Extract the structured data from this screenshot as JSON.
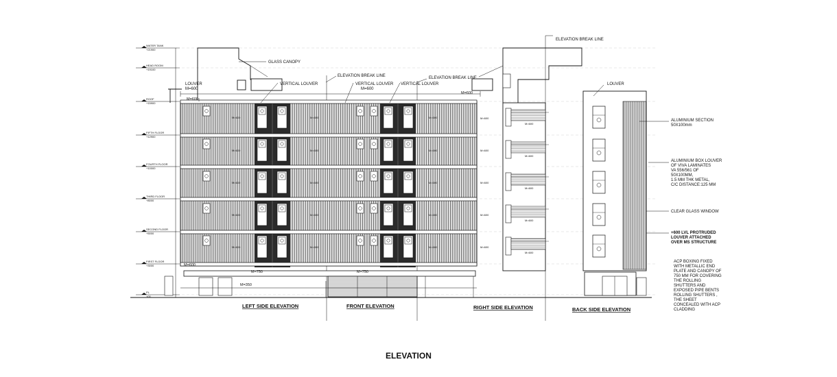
{
  "title": "ELEVATION",
  "views": {
    "left": "LEFT SIDE ELEVATION",
    "front": "FRONT ELEVATION",
    "right": "RIGHT SIDE ELEVATION",
    "back": "BACK SIDE ELEVATION"
  },
  "levels": [
    {
      "name": "WATER TANK",
      "value": "+21900"
    },
    {
      "name": "HEAD ROOM",
      "value": "+19100"
    },
    {
      "name": "ROOF",
      "value": "+15900"
    },
    {
      "name": "FIFTH FLOOR",
      "value": "+12900"
    },
    {
      "name": "FOURTH FLOOR",
      "value": "+10000"
    },
    {
      "name": "THIRD FLOOR",
      "value": "+8000"
    },
    {
      "name": "SECOND FLOOR",
      "value": "+5000"
    },
    {
      "name": "FIRST FLOOR",
      "value": "+3000"
    },
    {
      "name": "PL",
      "value": "+00"
    }
  ],
  "annotations": {
    "elevation_break_line": "ELEVATION BREAK LINE",
    "glass_canopy": "GLASS CANOPY",
    "louver": "LOUVER",
    "louver_m": "M=600",
    "vertical_louver": "VERTICAL LOUVER",
    "vertical_louver_m": "M=600",
    "aluminium_section": [
      "ALUMINIUM SECTION",
      "50X100mm"
    ],
    "aluminium_box_louver": [
      "ALUMINIUM BOX LOUVER",
      "OF VIVA LAMINATES",
      "VA 556/561 OF",
      "50X100MM,",
      "1.5 MM THK METAL,",
      "C/C DISTANCE:125 MM"
    ],
    "clear_glass_window": "CLEAR GLASS WINDOW",
    "protruded_louver": [
      "+600 LVL PROTRUDED",
      "LOUVER ATTACHED",
      "OVER MS STRUCTURE"
    ],
    "acp_note": [
      "ACP BOXING FIXED",
      "WITH METALLIC END",
      "PLATE AND CANOPY OF",
      "750 MM FOR COVERING",
      "THE ROLLING",
      "SHUTTERS AND",
      "EXPOSED PIPE BENTS",
      "ROLLING SHUTTERS ,",
      "THE SHEET",
      "CONCEALED WITH ACP",
      "CLADDING"
    ]
  },
  "markers": {
    "m600": "M=600",
    "m750": "M=750",
    "m350": "M=350",
    "panel": "M=600",
    "right_panel": "M=600"
  }
}
